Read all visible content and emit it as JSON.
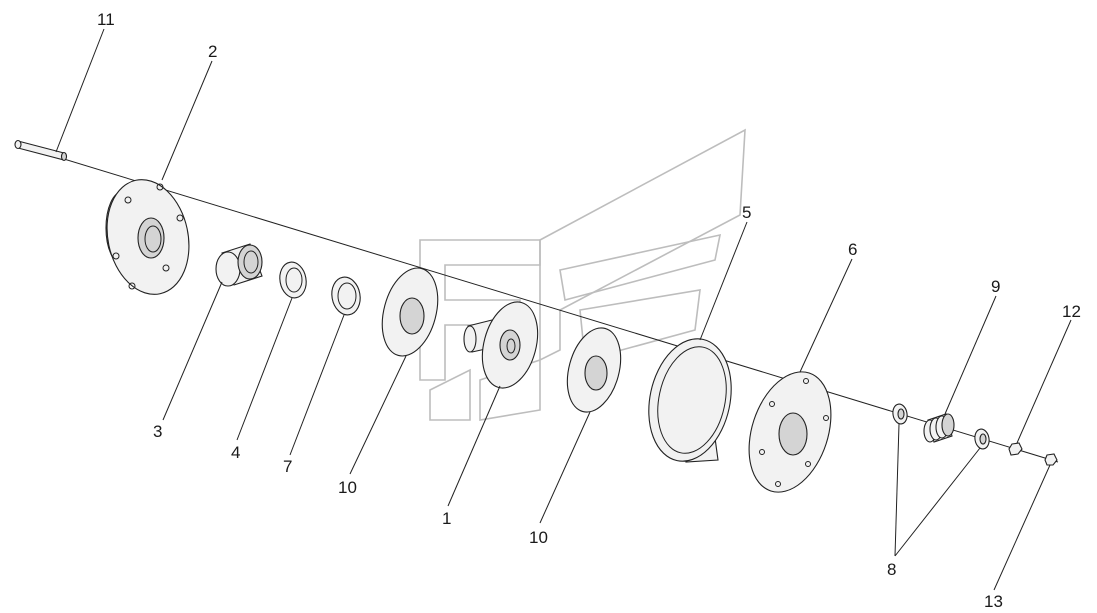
{
  "labels": {
    "l11": "11",
    "l2": "2",
    "l3": "3",
    "l4": "4",
    "l7": "7",
    "l10a": "10",
    "l1": "1",
    "l10b": "10",
    "l5": "5",
    "l6": "6",
    "l9": "9",
    "l12": "12",
    "l8": "8",
    "l13": "13"
  },
  "colors": {
    "line": "#222222",
    "watermark": "#bdbdbd",
    "part_fill": "#f2f2f2"
  }
}
